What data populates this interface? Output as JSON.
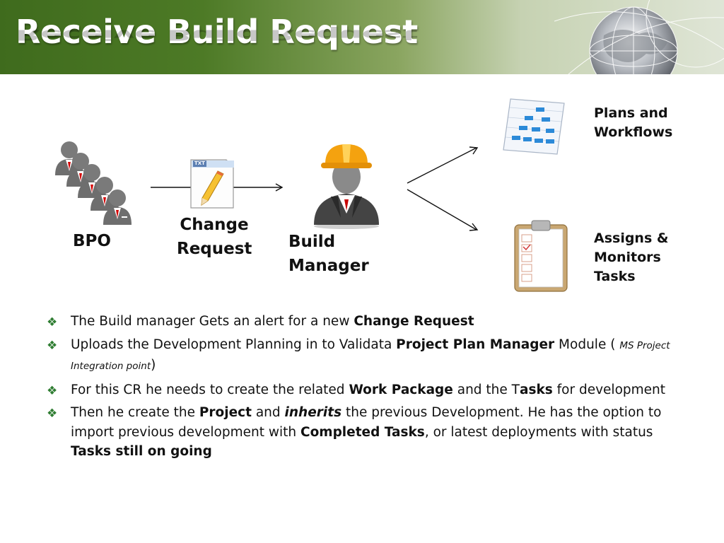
{
  "header": {
    "title": "Receive Build Request"
  },
  "diagram": {
    "bpo_label": "BPO",
    "change_request_label_1": "Change",
    "change_request_label_2": "Request",
    "doc_badge": "TXT",
    "build_manager_label_1": "Build",
    "build_manager_label_2": "Manager",
    "plans_label_1": "Plans and",
    "plans_label_2": "Workflows",
    "assigns_label_1": "Assigns &",
    "assigns_label_2": "Monitors",
    "assigns_label_3": "Tasks"
  },
  "bullets": [
    {
      "t1": "The Build manager Gets an alert for a new ",
      "b1": "Change Request"
    },
    {
      "t1": "Uploads the Development Planning in to Validata ",
      "b1": "Project Plan Manager",
      "t2": " Module ( ",
      "small": "MS Project Integration point",
      "t3": ")"
    },
    {
      "t1": "For this CR he needs to create the related ",
      "b1": "Work Package",
      "t2": " and the T",
      "b2": "asks",
      "t3": " for development"
    },
    {
      "t1": "Then he create the ",
      "b1": "Project",
      "t2": " and ",
      "bi": "inherits",
      "t3": " the previous Development. He has the option to import previous development with ",
      "b2": "Completed Tasks",
      "t4": ", or latest deployments with status ",
      "b3": "Tasks still on going"
    }
  ],
  "colors": {
    "header_dark": "#3f6b1d",
    "header_light": "#dfe5d6",
    "bullet": "#2f7d32"
  }
}
